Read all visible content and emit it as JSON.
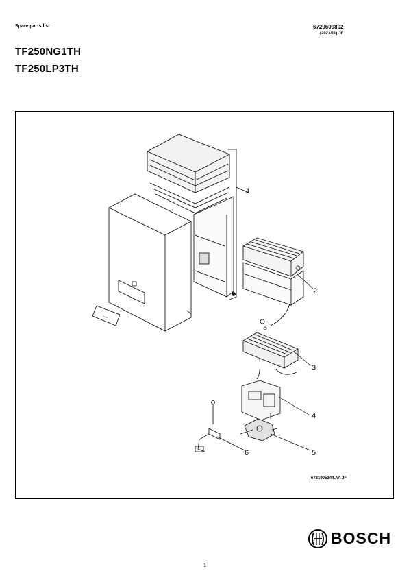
{
  "header": {
    "doc_type": "Spare parts list",
    "doc_number": "6720609802",
    "doc_date": "(2023/11) JF"
  },
  "models": [
    "TF250NG1TH",
    "TF250LP3TH"
  ],
  "drawing": {
    "reference": "6721905344.AA   JF",
    "callouts": [
      "1",
      "2",
      "3",
      "4",
      "5",
      "6"
    ]
  },
  "brand": {
    "name": "BOSCH"
  },
  "page_number": "1",
  "icons": [
    "bosch-armature-icon"
  ]
}
